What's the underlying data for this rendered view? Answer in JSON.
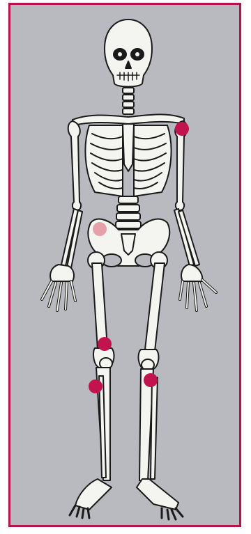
{
  "illustration": {
    "subject": "skeleton-front-view",
    "colors": {
      "frame": "#b5154b",
      "panel": "#b8babf",
      "bone": "#f4f4f1",
      "outline": "#1a1a1a",
      "marker_primary": "#c2134f",
      "marker_light": "#e6a0aa"
    },
    "markers": [
      {
        "joint": "left-shoulder",
        "style": "primary"
      },
      {
        "joint": "right-hip",
        "style": "light"
      },
      {
        "joint": "right-knee-upper",
        "style": "primary"
      },
      {
        "joint": "right-knee-lower",
        "style": "primary"
      },
      {
        "joint": "left-knee-lower",
        "style": "primary"
      }
    ]
  }
}
